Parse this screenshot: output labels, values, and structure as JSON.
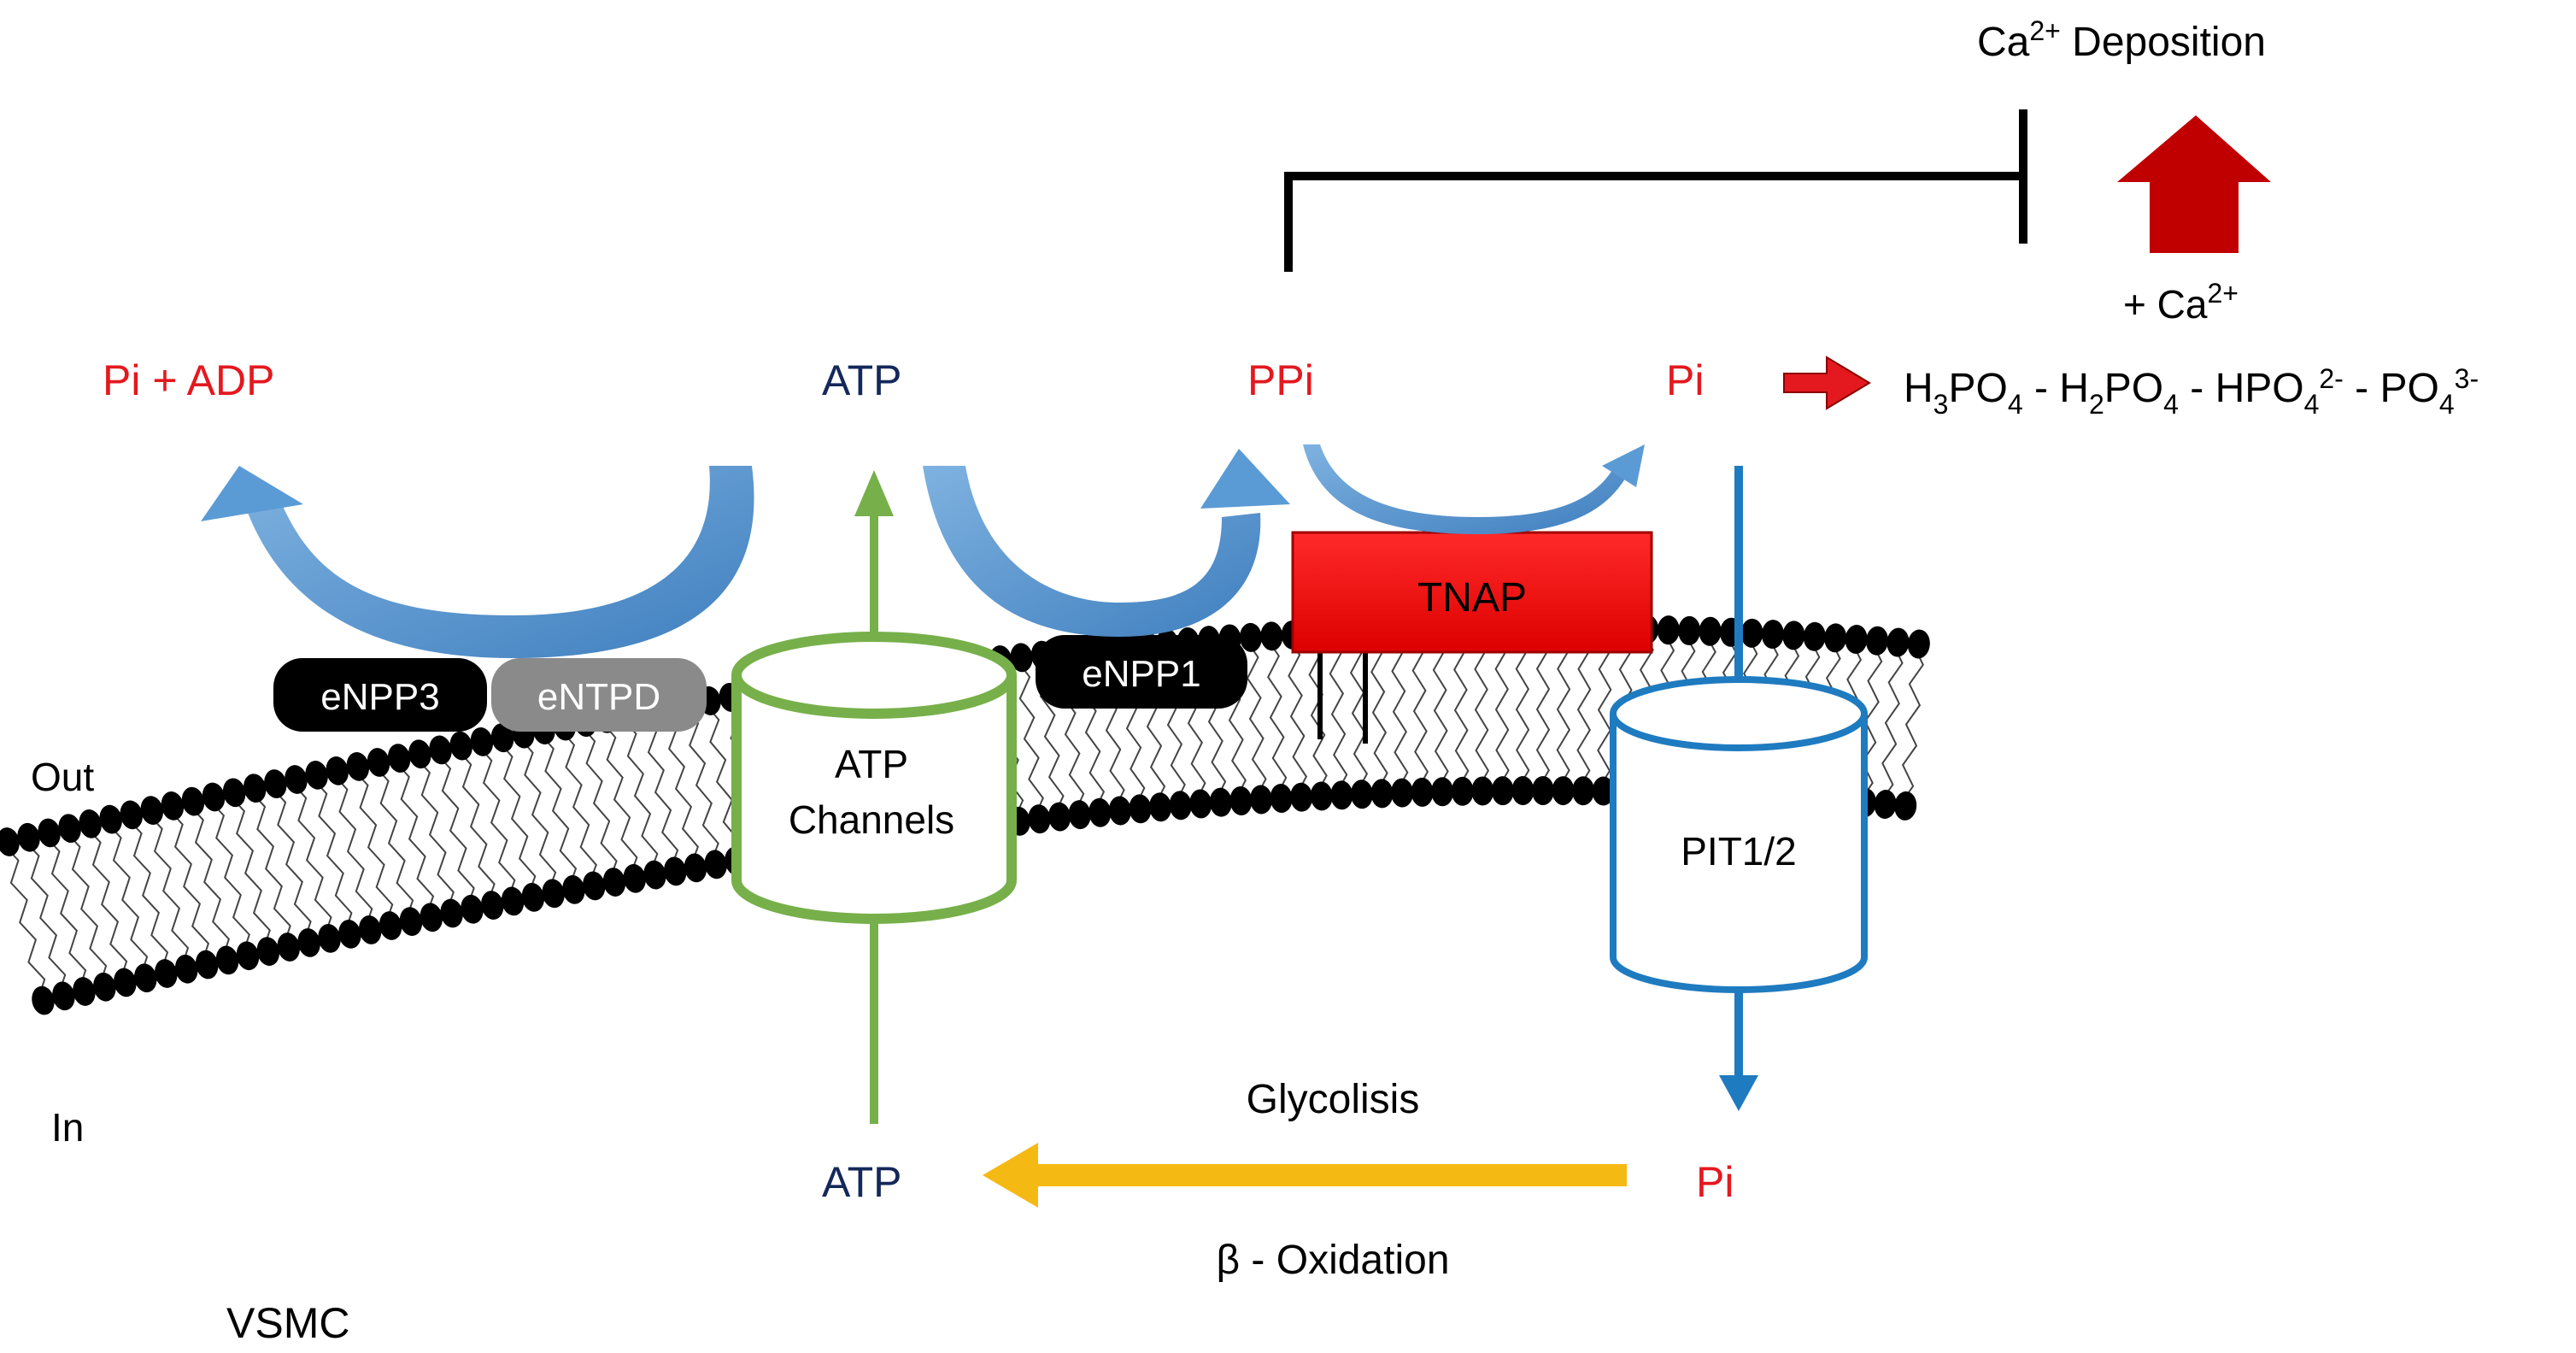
{
  "colors": {
    "red": "#e3191f",
    "navy": "#14285a",
    "black": "#000000",
    "blue_arrow": "#5b9bd5",
    "green": "#77b04a",
    "pit_blue": "#1f7bc0",
    "tnap_red": "#ee1111",
    "yellow": "#f5b914",
    "dark_red": "#c00000",
    "grey_pill": "#8a8a8a"
  },
  "labels": {
    "ca_deposition_prefix": "Ca",
    "ca_deposition_sup": "2+",
    "ca_deposition_suffix": " Deposition",
    "plus_ca_prefix": "+ Ca",
    "plus_ca_sup": "2+",
    "pi_adp": "Pi + ADP",
    "atp_out": "ATP",
    "ppi": "PPi",
    "pi_out": "Pi",
    "phosphate_chain": {
      "h": "H",
      "s3": "3",
      "po4": "PO",
      "s4": "4",
      "sep": " - ",
      "hpo": "HPO",
      "c2": "2-",
      "c3": "3-"
    },
    "tnap": "TNAP",
    "enpp3": "eNPP3",
    "entpd": "eNTPD",
    "enpp1": "eNPP1",
    "atp_channels_line1": "ATP",
    "atp_channels_line2": "Channels",
    "pit": "PIT1/2",
    "out": "Out",
    "in": "In",
    "glycolisis": "Glycolisis",
    "beta_oxidation": "β - Oxidation",
    "atp_in": "ATP",
    "pi_in": "Pi",
    "vsmc": "VSMC"
  }
}
